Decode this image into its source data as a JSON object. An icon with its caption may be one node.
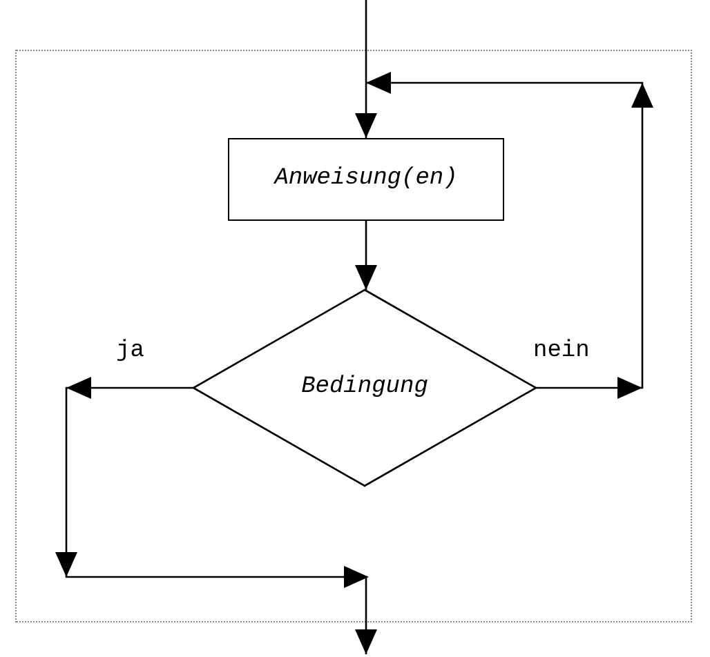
{
  "diagram": {
    "nodes": [
      {
        "text": [
          "Anweisung(en)"
        ]
      },
      {
        "text": [
          "Bedingung"
        ]
      }
    ],
    "edges": [
      {
        "from": null,
        "to": 0,
        "arrow": "to"
      },
      {
        "from": 0,
        "to": 1,
        "arrow": "to"
      },
      {
        "from": 1,
        "to": 0,
        "arrow": "to",
        "label": "nein"
      },
      {
        "from": 1,
        "to": null,
        "arrow": "to",
        "label": "ja"
      }
    ]
  }
}
